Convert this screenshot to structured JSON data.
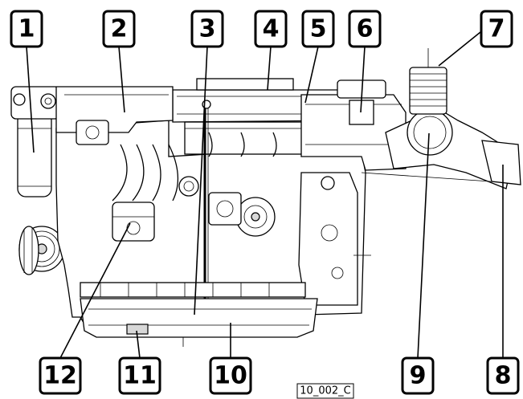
{
  "callouts": [
    {
      "id": "1",
      "label": "1"
    },
    {
      "id": "2",
      "label": "2"
    },
    {
      "id": "3",
      "label": "3"
    },
    {
      "id": "4",
      "label": "4"
    },
    {
      "id": "5",
      "label": "5"
    },
    {
      "id": "6",
      "label": "6"
    },
    {
      "id": "7",
      "label": "7"
    },
    {
      "id": "8",
      "label": "8"
    },
    {
      "id": "9",
      "label": "9"
    },
    {
      "id": "10",
      "label": "10"
    },
    {
      "id": "11",
      "label": "11"
    },
    {
      "id": "12",
      "label": "12"
    }
  ],
  "figure_code": "10_002_C"
}
